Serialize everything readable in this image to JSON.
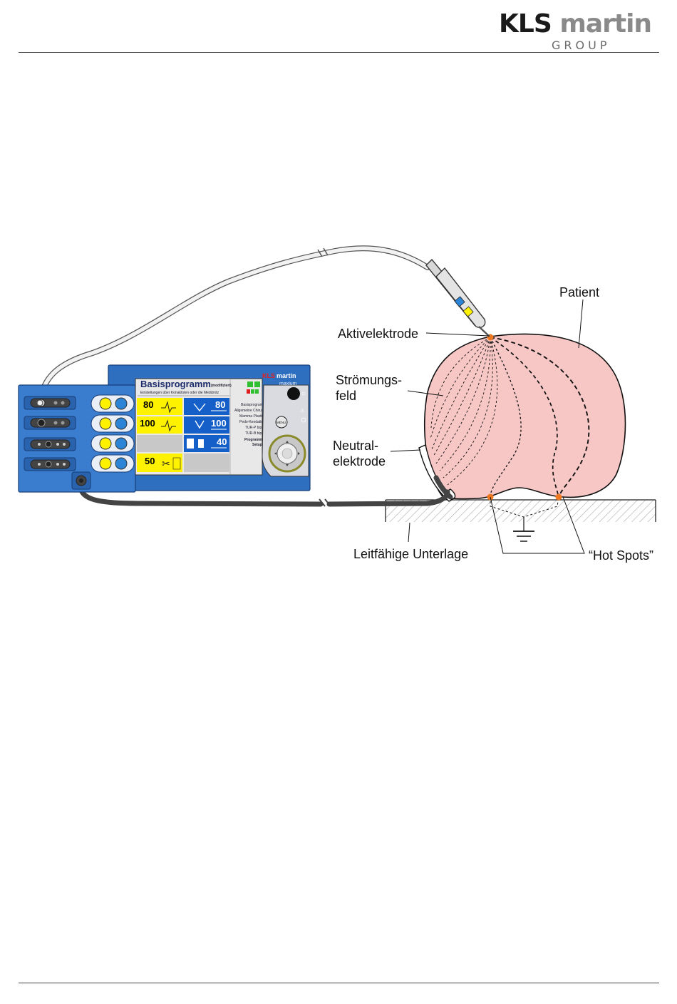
{
  "logo": {
    "kls": "KLS",
    "martin": "martin",
    "group": "GROUP"
  },
  "labels": {
    "patient": "Patient",
    "active_electrode": "Aktivelektrode",
    "flow_field_line1": "Strömungs-",
    "flow_field_line2": "feld",
    "neutral_line1": "Neutral-",
    "neutral_line2": "elektrode",
    "conductive_pad": "Leitfähige Unterlage",
    "hot_spots": "“Hot Spots”"
  },
  "device": {
    "brand_kls": "KLS",
    "brand_martin": "martin",
    "model": "maxium",
    "screen_title": "Basisprogramm",
    "screen_status": "(modifiziert)",
    "screen_subtitle": "Einstellungen über Konaktoten oder die Medizintz",
    "values": {
      "cut1": "80",
      "coag1": "80",
      "cut2": "100",
      "coag2": "100",
      "coag3": "40",
      "bipolar": "50"
    },
    "menu_items": [
      "Basisprogramm",
      "Allgemeine Chirurgie",
      "Mamma Plastik",
      "Pedo-Kendation",
      "TUR-P bipo",
      "TUR-B bipo"
    ],
    "programs_label": "Programme",
    "setup_label": "Setup",
    "menu_button": "MENU"
  },
  "colors": {
    "device_blue": "#2f6fc0",
    "patient_fill": "#f7c7c6",
    "screen_yellow": "#fff200",
    "screen_blue": "#1560c8",
    "hot_spot": "#f07820"
  }
}
